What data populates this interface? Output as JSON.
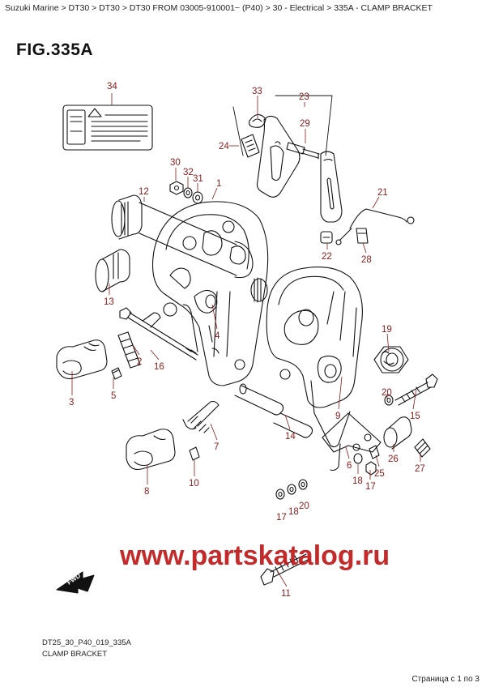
{
  "breadcrumb": "Suzuki Marine > DT30 > DT30 > DT30 FROM 03005-910001~ (P40) > 30 - Electrical > 335A - CLAMP BRACKET",
  "figure_title": "FIG.335A",
  "footer": {
    "code": "DT25_30_P40_019_335A",
    "caption": "CLAMP BRACKET",
    "pager": "Страница с 1 по 3"
  },
  "watermark": "www.partskatalog.ru",
  "fwd_label": "FWD",
  "callouts": [
    "34",
    "33",
    "23",
    "29",
    "24",
    "30",
    "32",
    "31",
    "1",
    "12",
    "21",
    "22",
    "28",
    "13",
    "4",
    "19",
    "2",
    "16",
    "3",
    "5",
    "20",
    "15",
    "7",
    "9",
    "14",
    "6",
    "26",
    "27",
    "8",
    "10",
    "18",
    "17",
    "25",
    "11"
  ],
  "colors": {
    "callout": "#8b1a1a",
    "watermark": "#c01818",
    "line": "#111111"
  }
}
